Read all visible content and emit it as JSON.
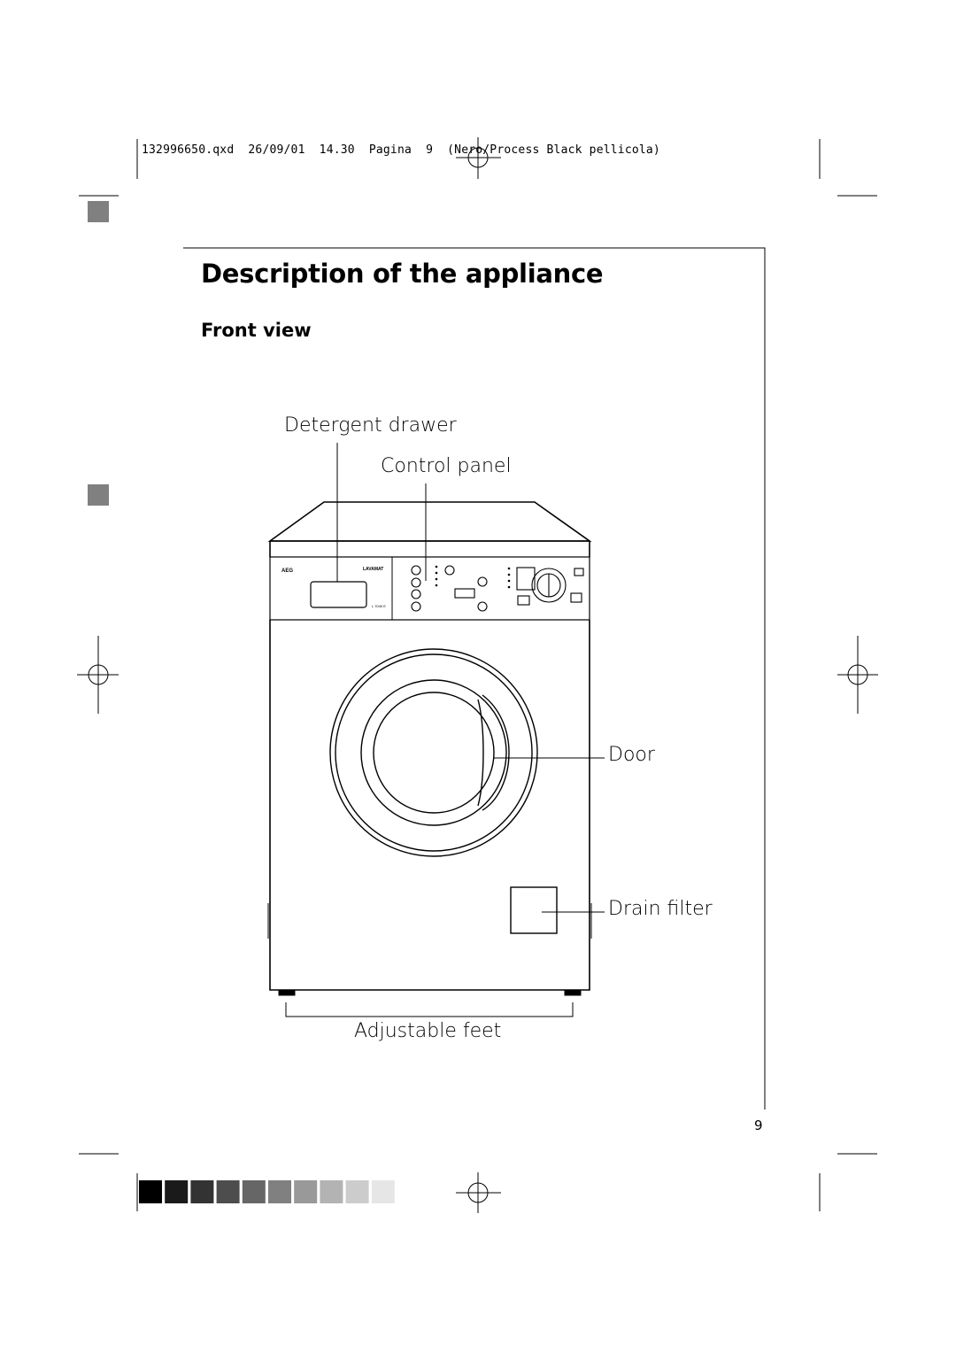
{
  "header": {
    "slug_text": "132996650.qxd  26/09/01  14.30  Pagina  9  (Nero/Process Black pellicola)"
  },
  "page": {
    "title": "Description of the appliance",
    "subtitle": "Front view",
    "page_number": "9"
  },
  "diagram": {
    "labels": {
      "detergent_drawer": "Detergent drawer",
      "control_panel": "Control panel",
      "door": "Door",
      "drain_filter": "Drain filter",
      "adjustable_feet": "Adjustable feet"
    },
    "machine_text": {
      "brand": "AEG",
      "model_line": "LAVAMAT",
      "model_number": "L 7040 E"
    }
  },
  "colors": {
    "ink": "#000000",
    "marker_gray": "#808080",
    "color_bar": [
      "#000000",
      "#1a1a1a",
      "#333333",
      "#4d4d4d",
      "#666666",
      "#808080",
      "#999999",
      "#b3b3b3",
      "#cccccc",
      "#e6e6e6"
    ]
  }
}
